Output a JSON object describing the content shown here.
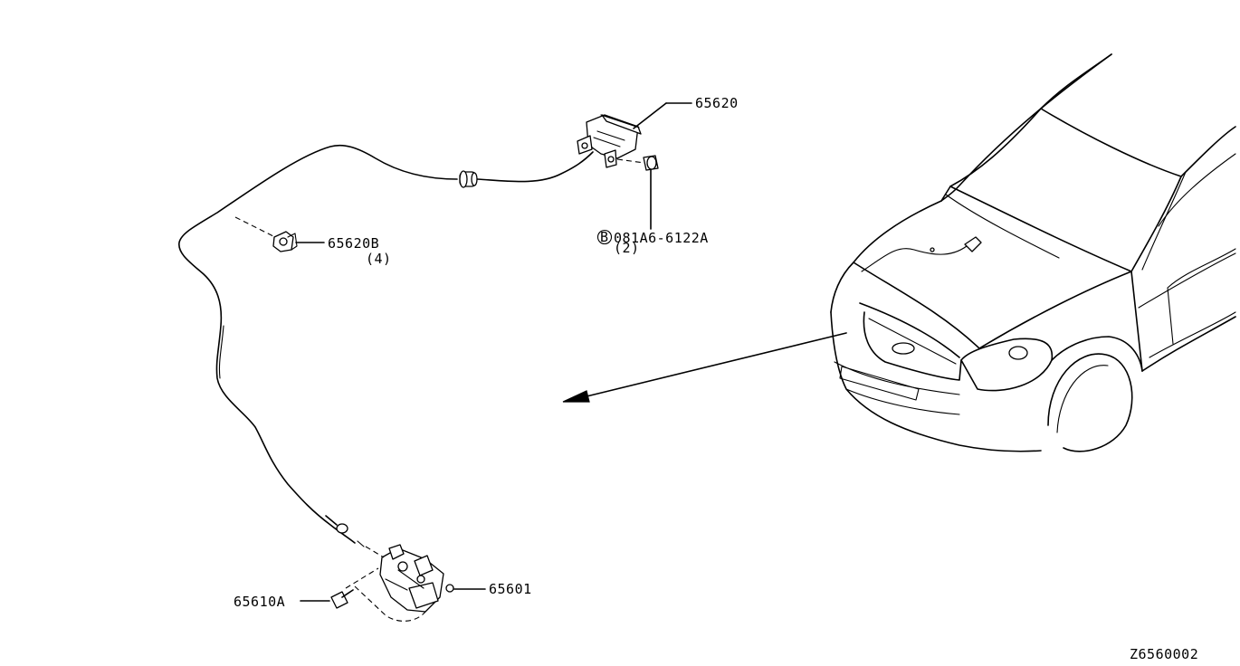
{
  "callouts": {
    "p65620": "65620",
    "p65620b": "65620B",
    "p65620b_qty": "(4)",
    "bolt_symbol": "B",
    "bolt_code": "081A6-6122A",
    "bolt_qty": "(2)",
    "p65601": "65601",
    "p65610a": "65610A"
  },
  "diagram_id": "Z6560002"
}
